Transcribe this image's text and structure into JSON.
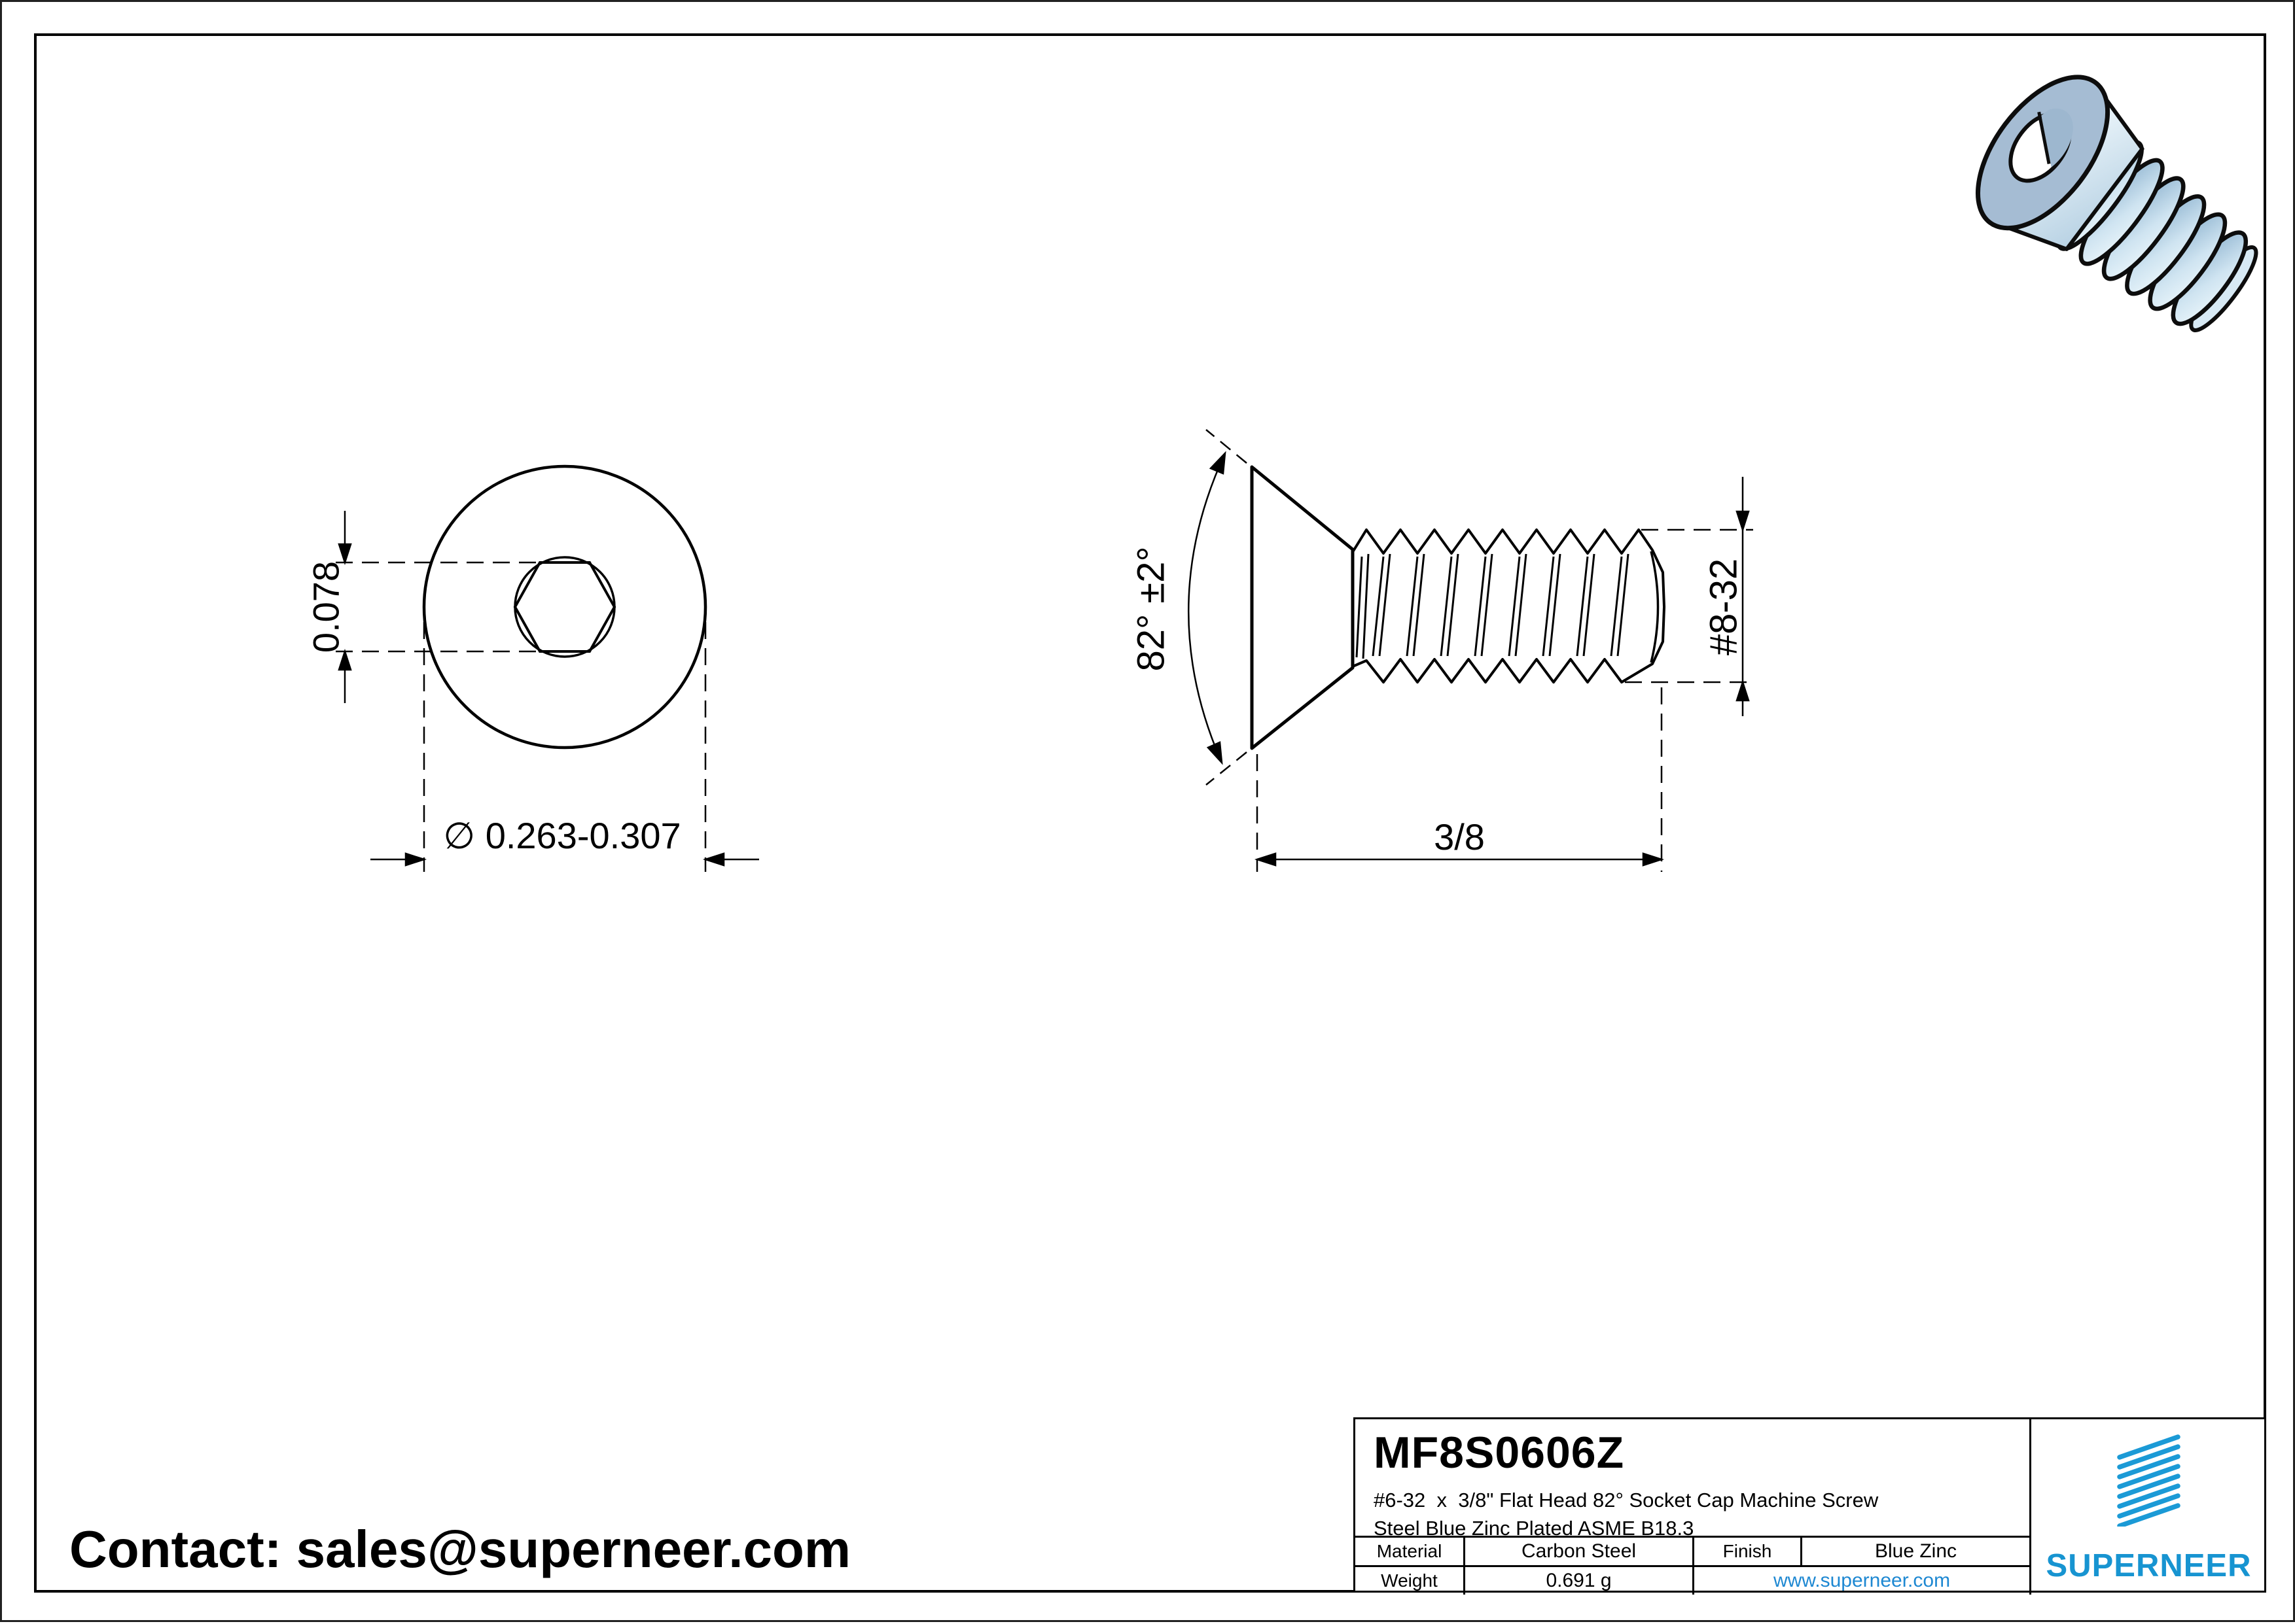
{
  "contact": {
    "text": "Contact: sales@superneer.com"
  },
  "drawing": {
    "front_view": {
      "socket_dim": "0.078",
      "diameter_dim": "∅ 0.263-0.307"
    },
    "side_view": {
      "angle_dim": "82° ±2°",
      "thread_size_dim": "#8-32",
      "length_dim": "3/8"
    }
  },
  "title_block": {
    "part_number": "MF8S0606Z",
    "description_line1": "#6-32  x  3/8\" Flat Head 82° Socket Cap Machine Screw",
    "description_line2": "Steel Blue Zinc Plated ASME B18.3",
    "material_label": "Material",
    "material_value": "Carbon Steel",
    "finish_label": "Finish",
    "finish_value": "Blue Zinc",
    "weight_label": "Weight",
    "weight_value": "0.691 g",
    "website": "www.superneer.com",
    "brand_name": "SUPERNEER"
  },
  "colors": {
    "brand_blue": "#1794d1",
    "stripe_blue": "#1b9ad6",
    "link_blue": "#1e88d2",
    "screw_face": "#a5bcd3",
    "screw_light": "#eef8fc"
  }
}
